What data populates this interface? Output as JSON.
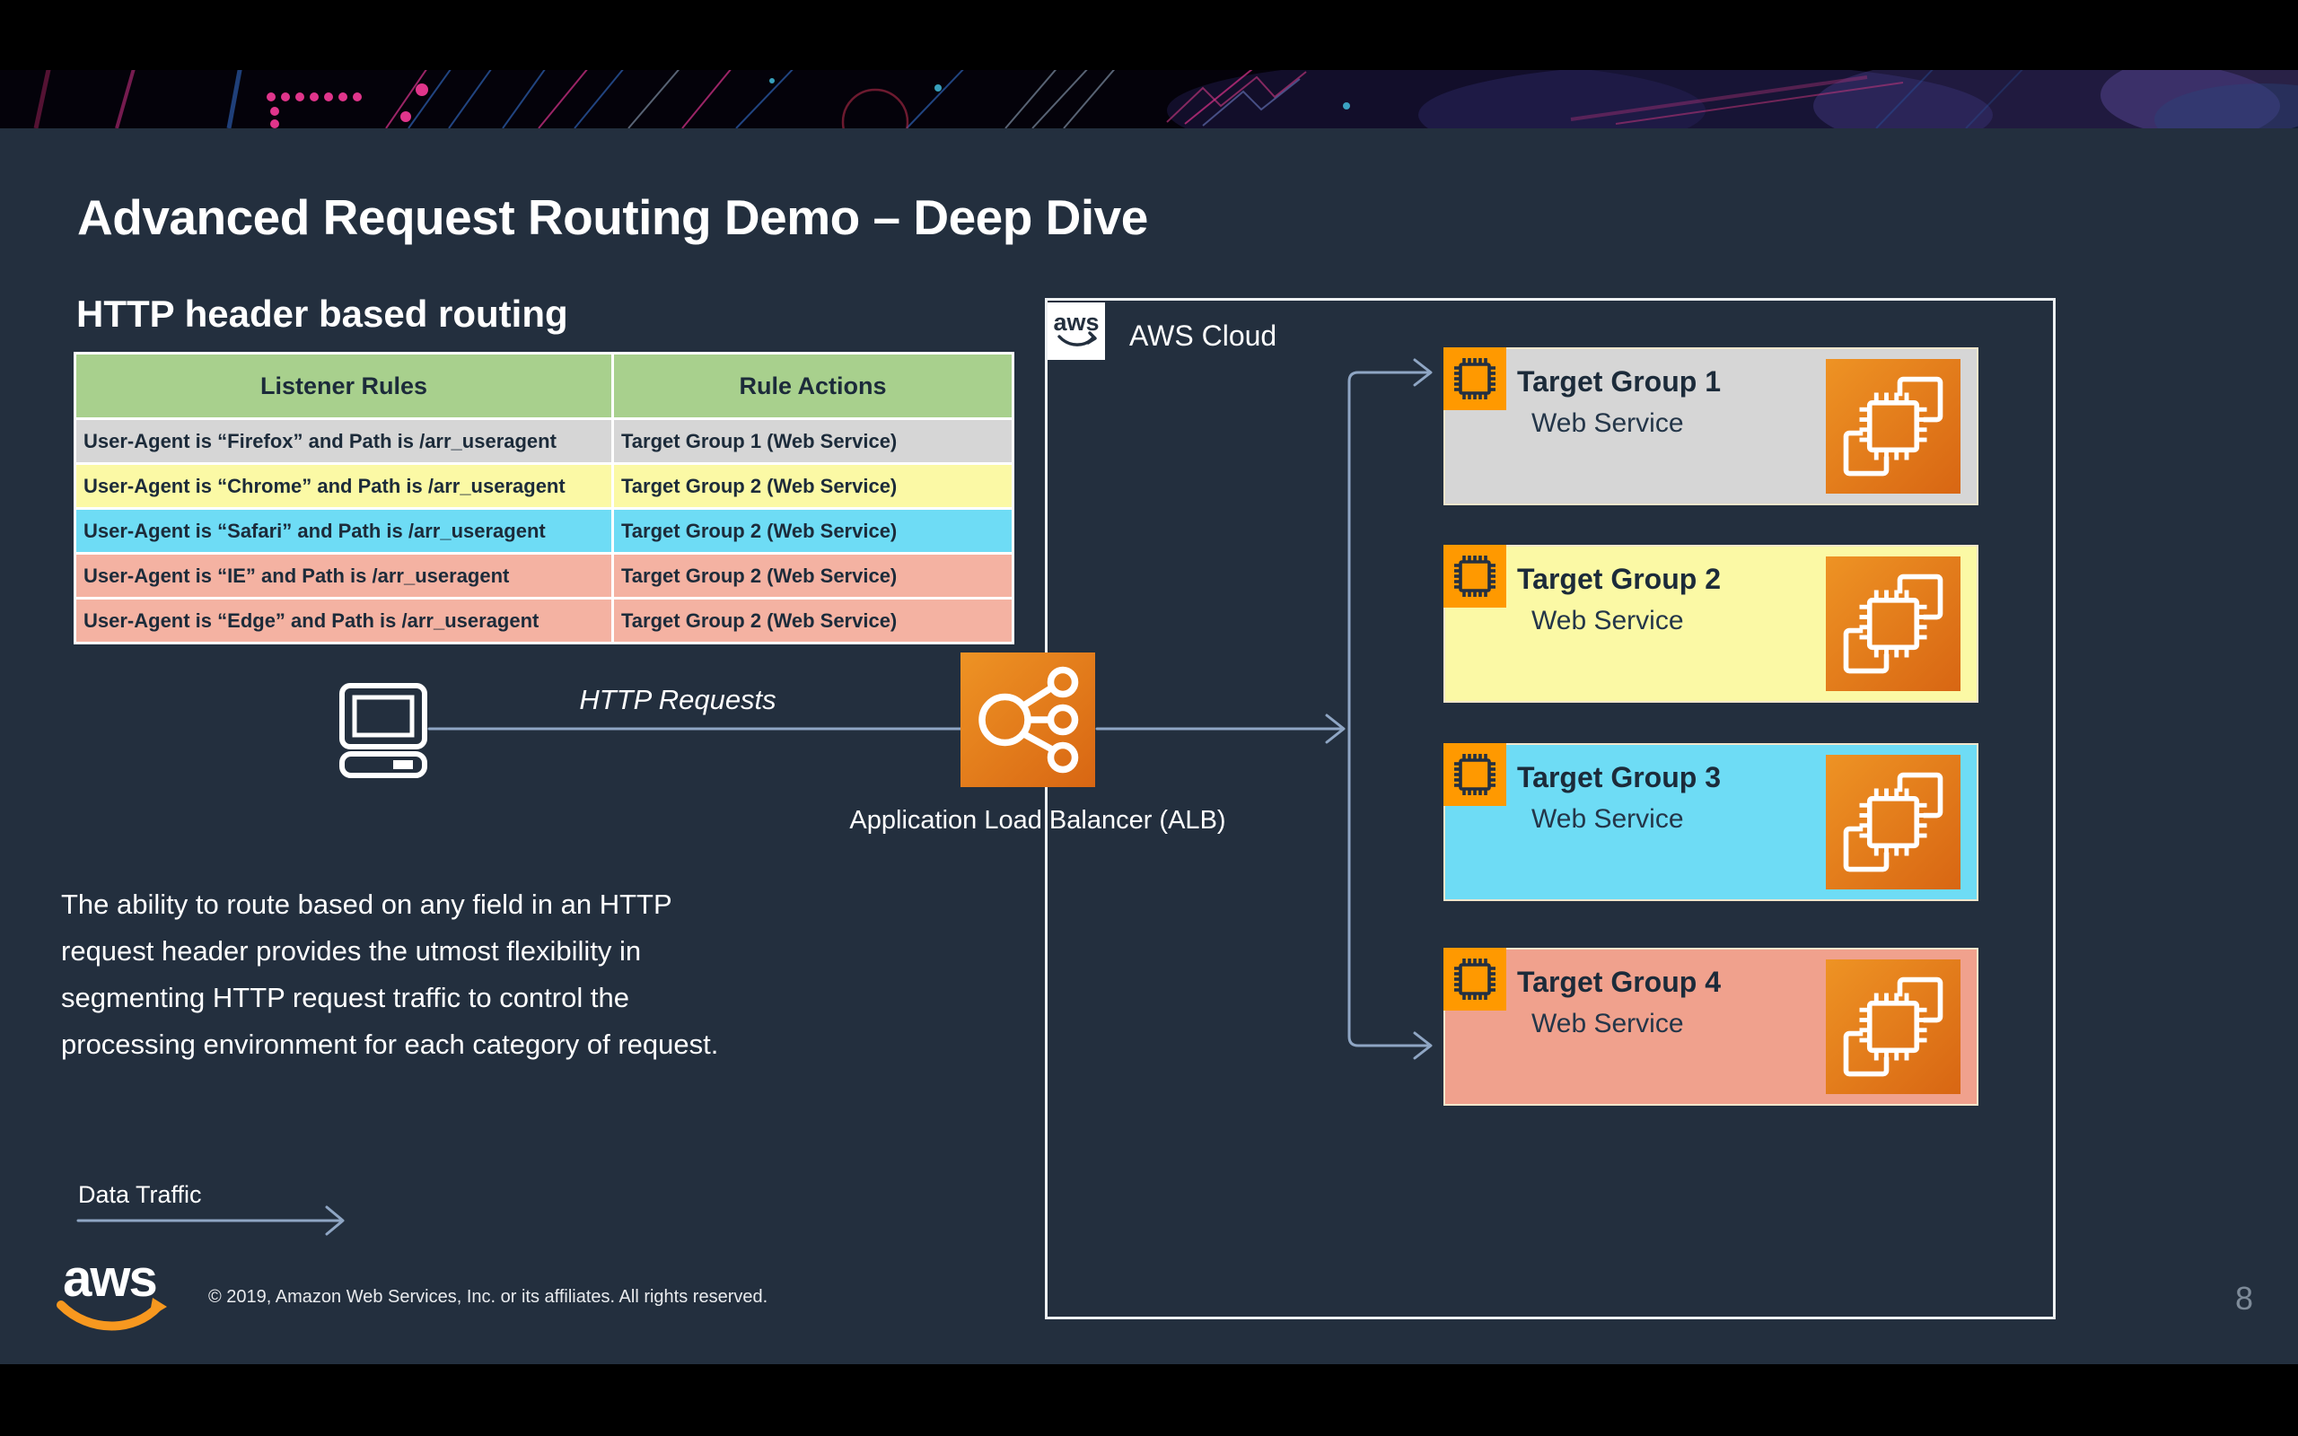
{
  "slide": {
    "title": "Advanced Request Routing Demo – Deep Dive",
    "section_heading": "HTTP header based routing",
    "description": "The ability to route based on any field in an HTTP\nrequest header provides the utmost flexibility in\nsegmenting HTTP request traffic to control the\nprocessing environment for each category of request.",
    "data_traffic_label": "Data Traffic",
    "copyright": "© 2019, Amazon Web Services, Inc. or its affiliates. All rights reserved.",
    "page_number": "8",
    "footer_logo_text": "aws"
  },
  "table": {
    "headers": [
      "Listener Rules",
      "Rule Actions"
    ],
    "header_color": "#A8D08D",
    "rows": [
      {
        "rule": "User-Agent is “Firefox” and Path is /arr_useragent",
        "action": "Target Group 1 (Web Service)",
        "color": "#D6D6D6"
      },
      {
        "rule": "User-Agent is “Chrome” and Path is /arr_useragent",
        "action": "Target Group 2 (Web Service)",
        "color": "#FBF9A5"
      },
      {
        "rule": "User-Agent is “Safari” and Path is /arr_useragent",
        "action": "Target Group 2 (Web Service)",
        "color": "#6EDCF5"
      },
      {
        "rule": "User-Agent is “IE” and Path is /arr_useragent",
        "action": "Target Group 2 (Web Service)",
        "color": "#F4B2A2"
      },
      {
        "rule": "User-Agent is “Edge” and Path is /arr_useragent",
        "action": "Target Group 2 (Web Service)",
        "color": "#F4B2A2"
      }
    ]
  },
  "diagram": {
    "cloud_label": "AWS Cloud",
    "cloud_logo_text": "aws",
    "http_requests_label": "HTTP Requests",
    "alb_label": "Application Load Balancer (ALB)",
    "target_groups": [
      {
        "name": "Target Group 1",
        "subtitle": "Web Service",
        "color": "#D6D6D6"
      },
      {
        "name": "Target Group 2",
        "subtitle": "Web Service",
        "color": "#FBF9A5"
      },
      {
        "name": "Target Group 3",
        "subtitle": "Web Service",
        "color": "#6EDCF5"
      },
      {
        "name": "Target Group 4",
        "subtitle": "Web Service",
        "color": "#F0A18D"
      }
    ]
  },
  "theme": {
    "slide_background": "#232F3E",
    "top_bottom_bars": "#000000",
    "connector_line": "#8FA6C4",
    "aws_orange": "#FF9900",
    "icon_gradient": [
      "#EE9324",
      "#D86613"
    ],
    "card_border": "#F2E6CC",
    "table_text": "#1C2B3A",
    "cloud_border": "#EDF0F2"
  }
}
